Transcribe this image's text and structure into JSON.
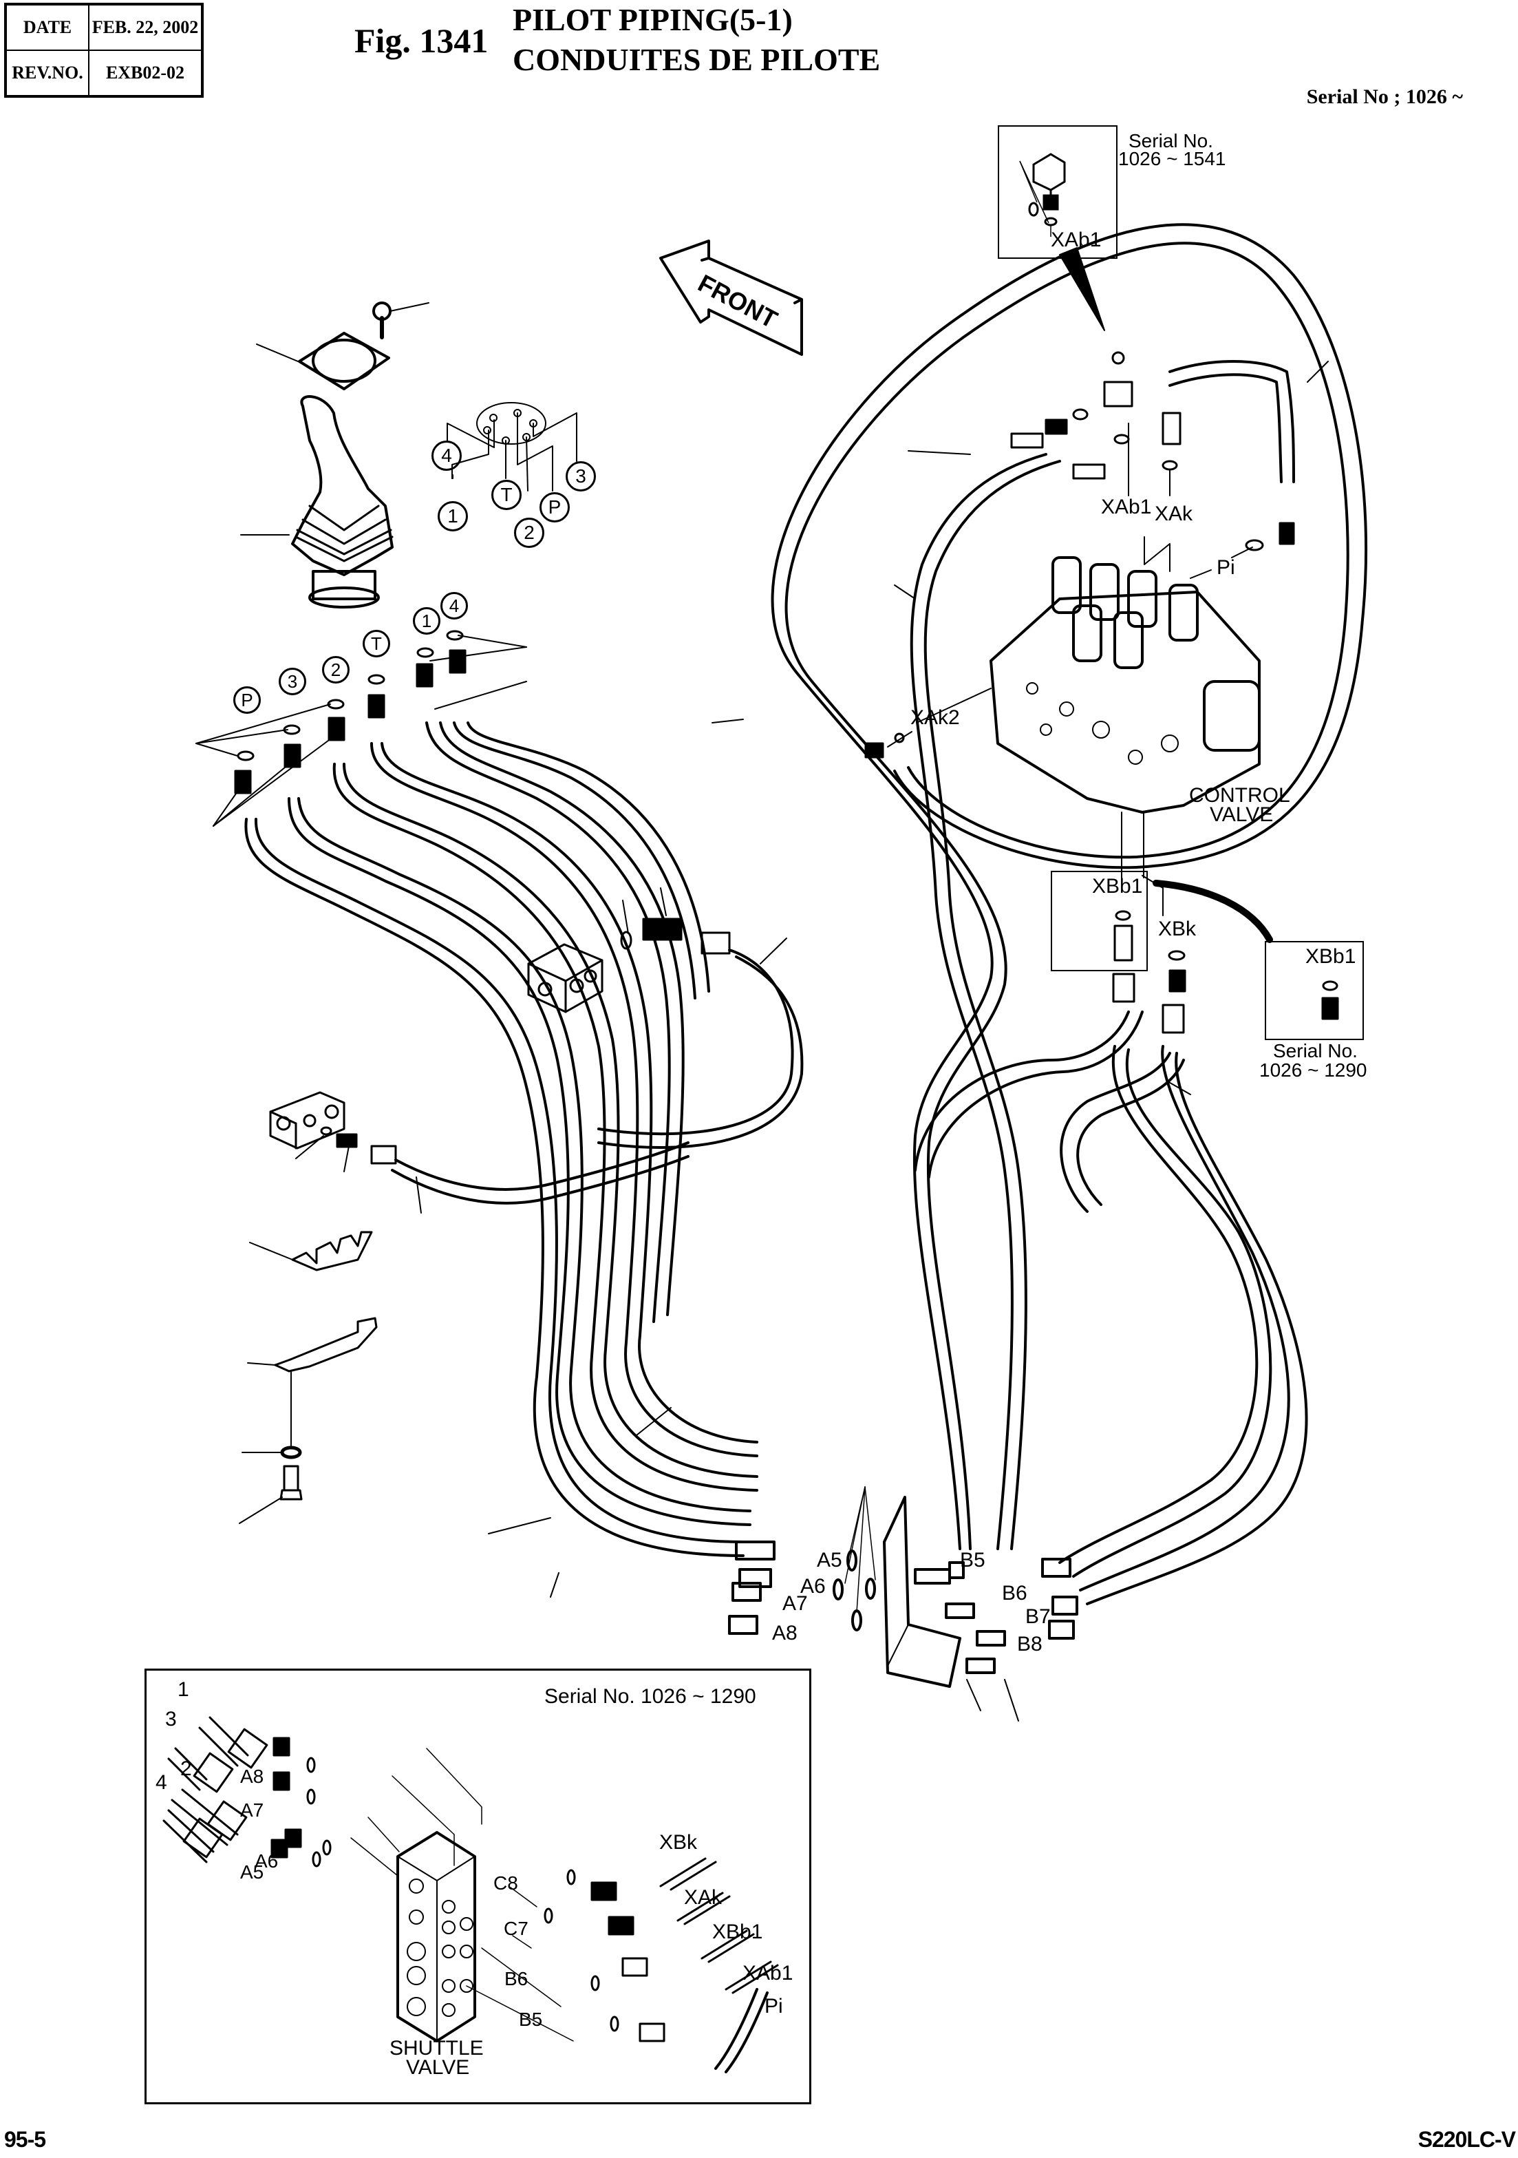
{
  "header": {
    "info_table": [
      {
        "key": "DATE",
        "value": "FEB. 22, 2002"
      },
      {
        "key": "REV.NO.",
        "value": "EXB02-02"
      }
    ],
    "figure_number": "Fig. 1341",
    "title_line1": "PILOT PIPING(5-1)",
    "title_line2": "CONDUITES DE PILOTE",
    "serial_range": "Serial No ; 1026 ~"
  },
  "front_arrow": {
    "label": "FRONT"
  },
  "insets": {
    "top_right": {
      "serial_label": "Serial No.",
      "serial_range": "1026 ~ 1541",
      "port_label": "XAb1"
    },
    "xbb1_local": {
      "port_label": "XBb1"
    },
    "right_side": {
      "port_label": "XBb1",
      "serial_label": "Serial No.",
      "serial_range": "1026 ~ 1290"
    },
    "bottom_box": {
      "serial": "Serial No. 1026 ~ 1290",
      "hose_numbers": [
        "1",
        "3",
        "2",
        "4"
      ],
      "ports_left": [
        "A8",
        "A7",
        "A6",
        "A5"
      ],
      "ports_right": [
        "C8",
        "C7",
        "B6",
        "B5"
      ],
      "hoses_right": [
        "XBk",
        "XAk",
        "XBb1",
        "XAb1",
        "Pi"
      ],
      "component_line1": "SHUTTLE",
      "component_line2": "VALVE"
    }
  },
  "joystick_ports": {
    "top_group": [
      "4",
      "1",
      "T",
      "2",
      "P",
      "3"
    ],
    "fitting_group": [
      "1",
      "4",
      "T",
      "2",
      "3",
      "P"
    ]
  },
  "control_valve": {
    "label_line1": "CONTROL",
    "label_line2": "VALVE",
    "ports": [
      "XAb1",
      "XAk",
      "Pi",
      "XAk2",
      "XBb1",
      "XBk"
    ]
  },
  "bracket_ports": {
    "a_side": [
      "A5",
      "A6",
      "A7",
      "A8"
    ],
    "b_side": [
      "B5",
      "B6",
      "B7",
      "B8"
    ]
  },
  "footer": {
    "page": "95-5",
    "model": "S220LC-V"
  }
}
